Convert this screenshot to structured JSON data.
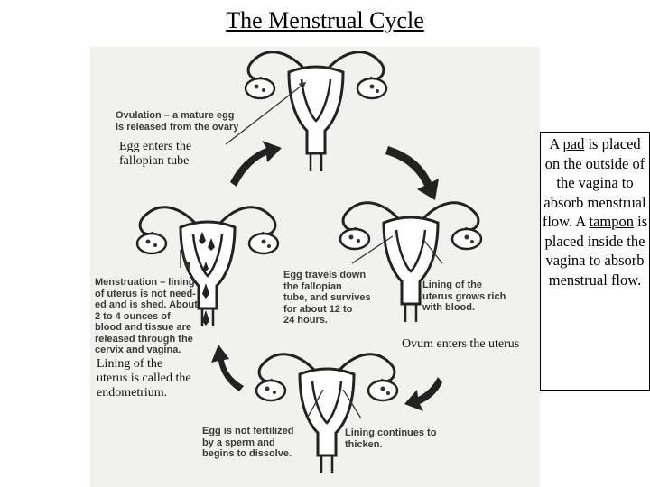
{
  "title": "The Menstrual Cycle",
  "diagram": {
    "labels": {
      "ovulation": [
        "Ovulation – a mature egg",
        "is released from the ovary"
      ],
      "egg_enters": [
        "Egg enters the",
        "fallopian tube"
      ],
      "menstruation": [
        "Menstruation – lining",
        "of uterus is not need-",
        "ed and is shed. About",
        "2 to 4 ounces of",
        "blood and tissue are",
        "released through the",
        "cervix and vagina."
      ],
      "egg_travels": [
        "Egg travels down",
        "the fallopian",
        "tube, and survives",
        "for about 12 to",
        "24 hours."
      ],
      "lining_grows": [
        "Lining of the",
        "uterus grows rich",
        "with blood."
      ],
      "ovum_enters": "Ovum enters the uterus",
      "lining_called": [
        "Lining of the",
        "uterus is called the",
        "endometrium."
      ],
      "egg_not_fertilized": [
        "Egg is not fertilized",
        "by a sperm and",
        "begins to dissolve."
      ],
      "lining_continues": [
        "Lining continues to",
        "thicken."
      ]
    }
  },
  "side_note": {
    "t1": "A ",
    "pad": "pad",
    "t2": " is placed on the outside of the vagina to absorb menstrual flow.  A ",
    "tampon": "tampon",
    "t3": " is placed inside the vagina to absorb menstrual flow."
  }
}
